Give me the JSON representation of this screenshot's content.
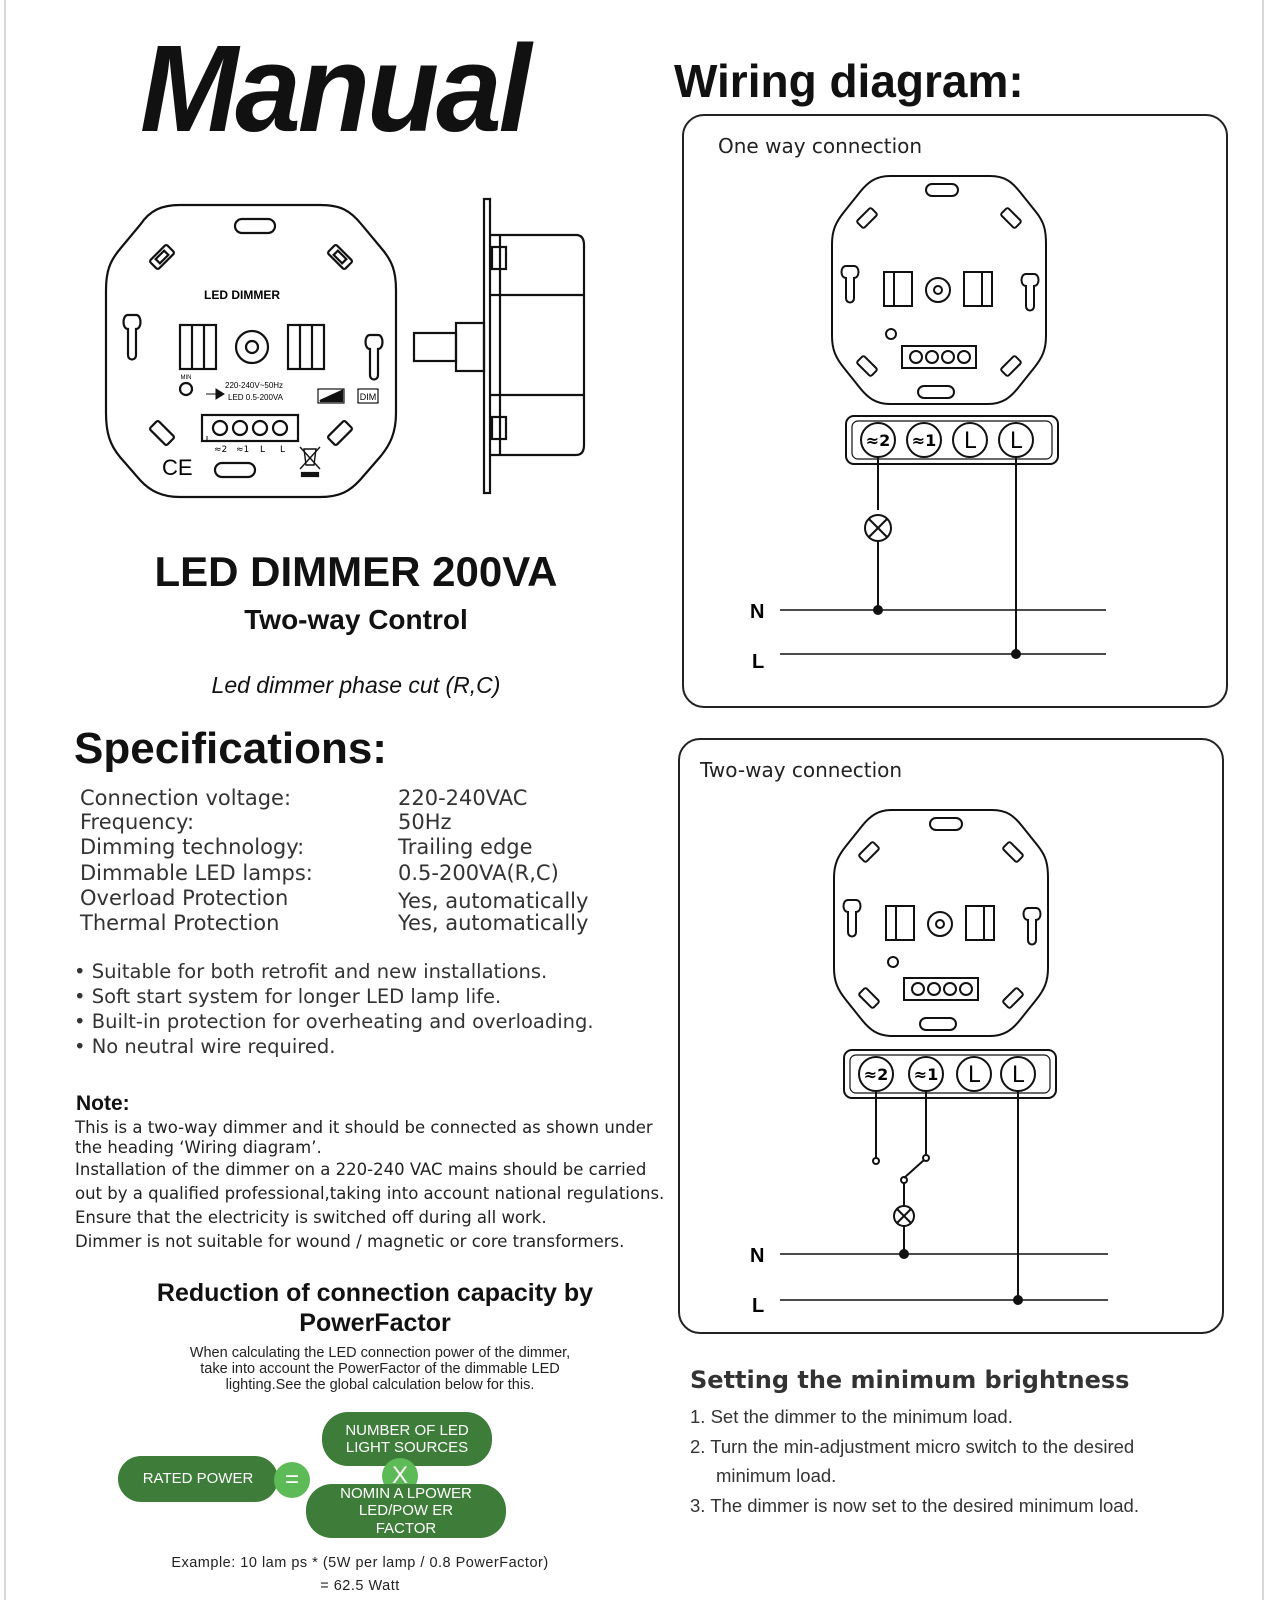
{
  "header": {
    "manual": "Manual",
    "wiring": "Wiring diagram:"
  },
  "device": {
    "label": "LED DIMMER",
    "rating1": "220-240V~50Hz",
    "rating2": "LED  0.5-200VA",
    "dim": "DIM",
    "min": "MIN",
    "ce": "CE",
    "terminals": [
      "≈2",
      "≈1",
      "L",
      "L"
    ]
  },
  "product": {
    "title": "LED DIMMER 200VA",
    "subtitle": "Two-way Control",
    "type": "Led dimmer phase cut  (R,C)"
  },
  "specs": {
    "title": "Specifications:",
    "rows": [
      {
        "label": "Connection voltage:",
        "value": "220-240VAC"
      },
      {
        "label": "Frequency:",
        "value": "50Hz"
      },
      {
        "label": "Dimming technology:",
        "value": "Trailing edge"
      },
      {
        "label": "Dimmable  LED lamps:",
        "value": "0.5-200VA(R,C)"
      },
      {
        "label": "Overload Protection",
        "value": "Yes, automatically"
      },
      {
        "label": "Thermal Protection",
        "value": "Yes, automatically"
      }
    ]
  },
  "features": [
    "Suitable for both retrofit and new installations.",
    "Soft start system for longer LED lamp life.",
    "Built-in protection for overheating and overloading.",
    "No neutral wire required."
  ],
  "note": {
    "title": "Note:",
    "lines": [
      "This is a two-way dimmer and it should be connected as shown under",
      "the heading ‘Wiring diagram’.",
      "Installation of the dimmer on a 220-240 VAC mains should be carried",
      "out by a qualified professional,taking into account national regulations.",
      "Ensure that the electricity is switched off during all work.",
      "Dimmer is not suitable for wound / magnetic or core transformers."
    ]
  },
  "reduction": {
    "title1": "Reduction of connection capacity by",
    "title2": "PowerFactor",
    "text1": "When calculating the LED connection power of the dimmer,",
    "text2": "take into account the PowerFactor of the dimmable LED",
    "text3": "lighting.See the global calculation below for this.",
    "rated": "RATED POWER",
    "equals": "=",
    "number": "NUMBER OF LED LIGHT SOURCES",
    "times": "X",
    "nominal": "NOMIN A LPOWER LED/POW ER FACTOR",
    "example1": "Example: 10 lam ps * (5W per lamp / 0.8 PowerFactor)",
    "example2": "= 62.5 Watt"
  },
  "wiring": {
    "one_way": "One way connection",
    "two_way": "Two-way connection",
    "n": "N",
    "l": "L"
  },
  "min_brightness": {
    "title": "Setting the minimum brightness",
    "steps": [
      "1. Set the dimmer to the minimum load.",
      "2. Turn the min-adjustment micro switch to the desired",
      "    minimum load.",
      "3. The dimmer is now set to the desired minimum load."
    ]
  },
  "colors": {
    "green_dark": "#3e7d39",
    "green_light": "#5dbb57",
    "ink": "#111111"
  }
}
